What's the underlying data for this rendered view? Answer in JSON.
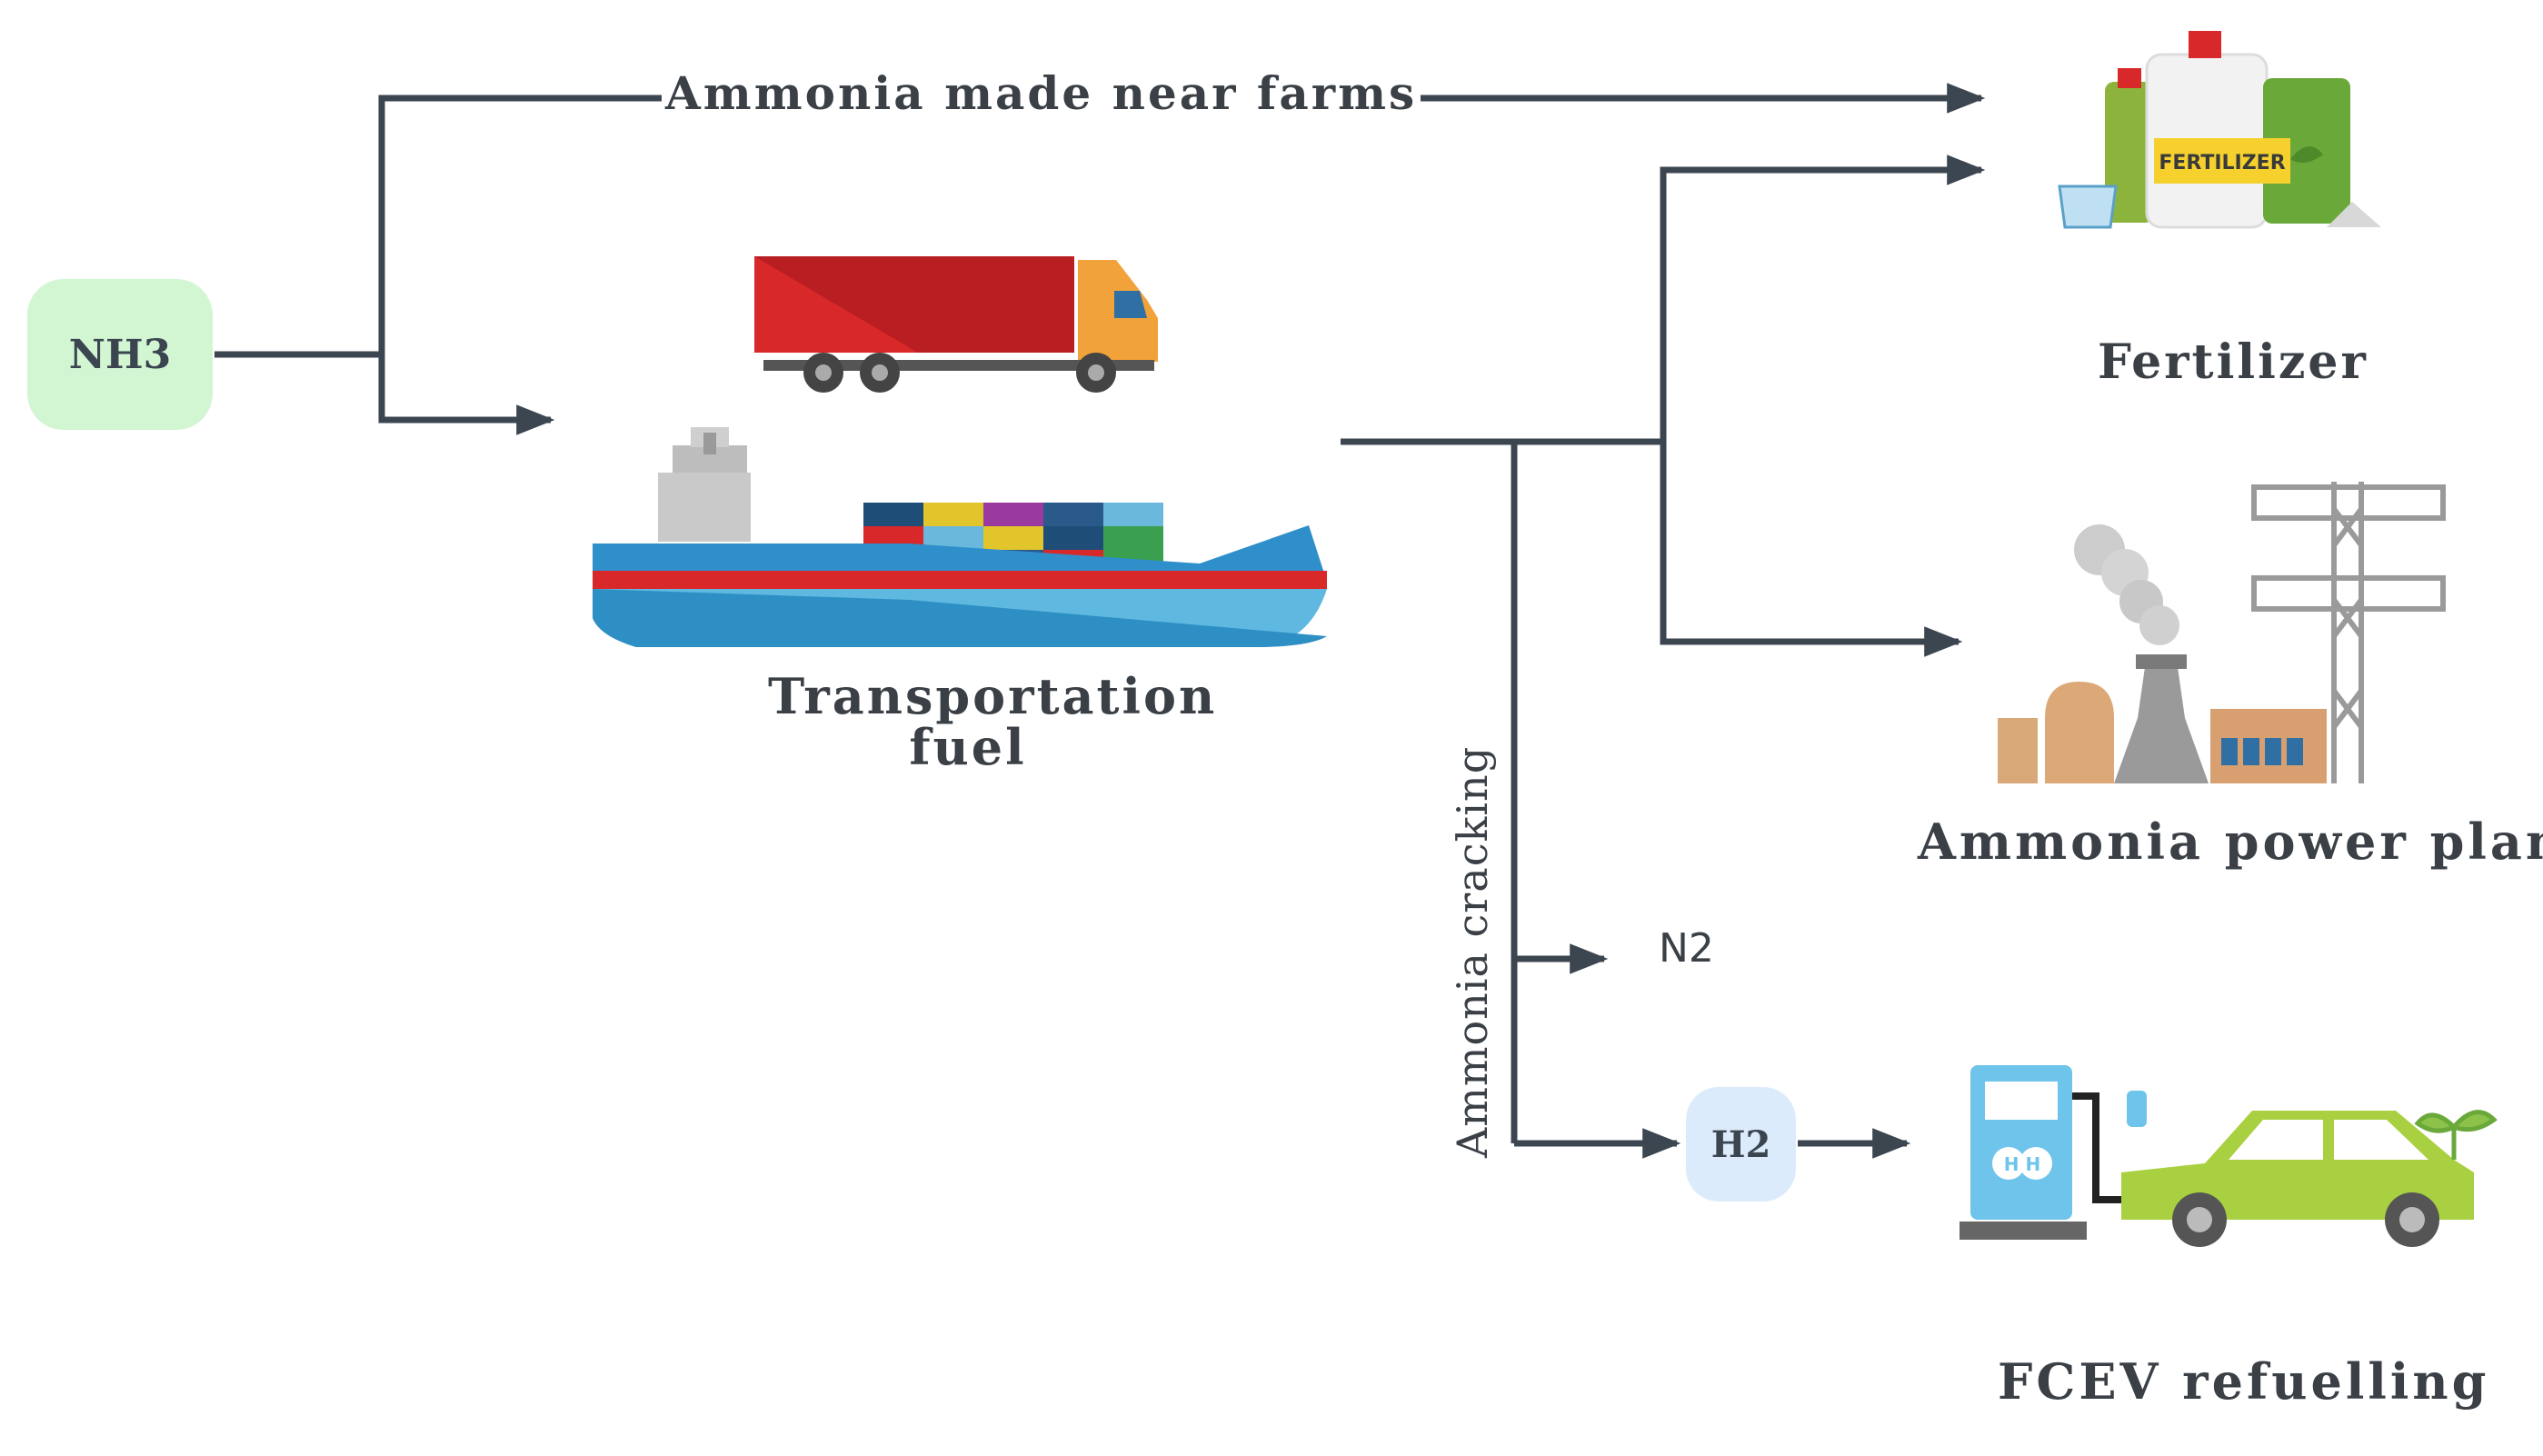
{
  "nodes": {
    "nh3": "NH3",
    "h2": "H2",
    "n2": "N2"
  },
  "labels": {
    "ammonia_near_farms": "Ammonia made near farms",
    "fertilizer": "Fertilizer",
    "transportation_fuel": "Transportation fuel",
    "ammonia_power_plant": "Ammonia power plant",
    "ammonia_cracking": "Ammonia cracking",
    "fcev_refuelling": "FCEV refuelling"
  },
  "icons": {
    "fertilizer": {
      "name": "fertilizer-bottles-icon",
      "tag": "FERTILIZER"
    },
    "truck": {
      "name": "container-truck-icon"
    },
    "ship": {
      "name": "container-ship-icon"
    },
    "power_plant": {
      "name": "power-plant-icon"
    },
    "fuel_station": {
      "name": "hydrogen-fuel-station-icon",
      "tag": "H H"
    },
    "car": {
      "name": "green-car-icon"
    }
  },
  "colors": {
    "arrow": "#3c4650",
    "nh3_box": "#d2f5d2",
    "h2_box": "#dcebfb"
  }
}
